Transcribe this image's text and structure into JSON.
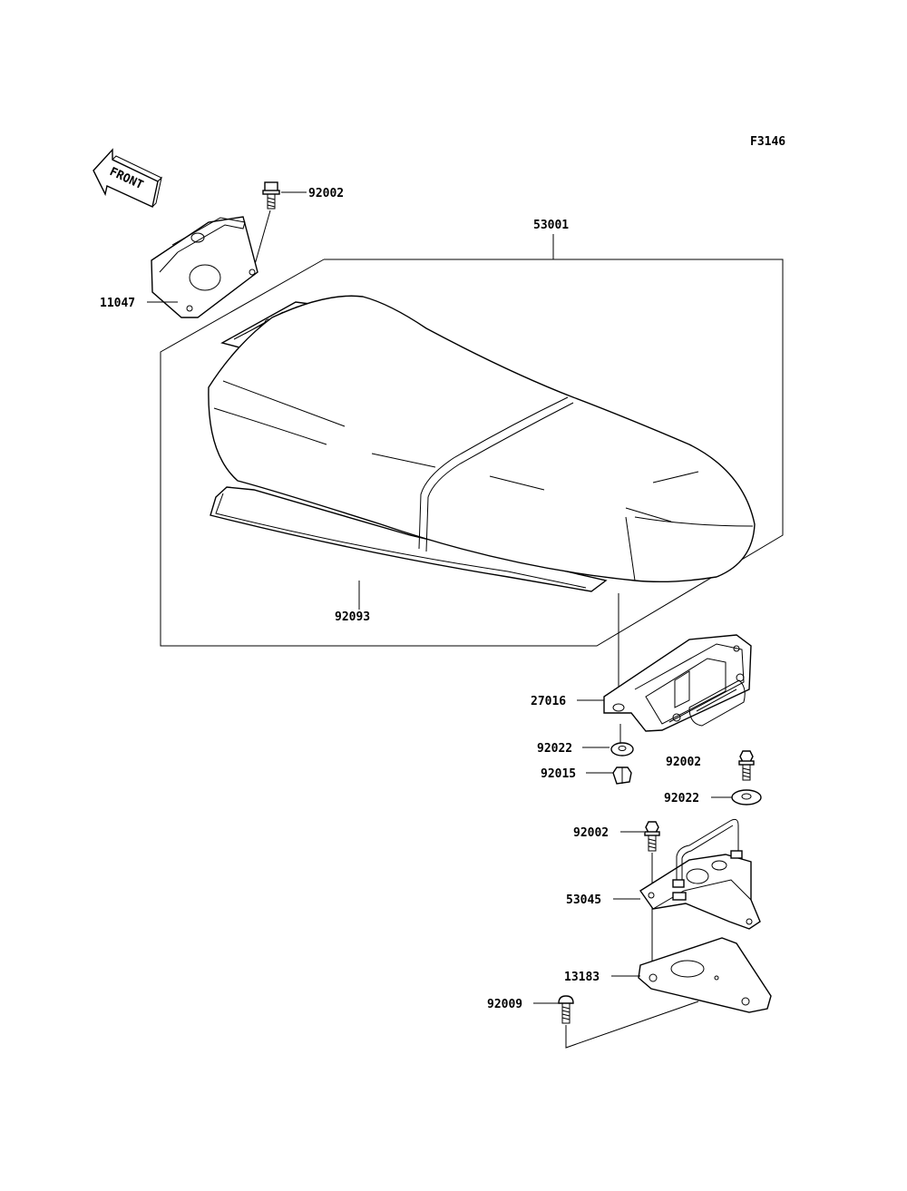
{
  "figure_code": "F3146",
  "front_arrow_text": "FRONT",
  "colors": {
    "line": "#000000",
    "background": "#ffffff"
  },
  "callouts": {
    "bolt_top": "92002",
    "bracket_front": "11047",
    "seat_assy": "53001",
    "seat_gasket": "92093",
    "latch": "27016",
    "washer_left": "92022",
    "nut": "92015",
    "bolt_right": "92002",
    "washer_right": "92022",
    "bolt_hook": "92002",
    "hook_bracket": "53045",
    "plate": "13183",
    "screw": "92009"
  }
}
